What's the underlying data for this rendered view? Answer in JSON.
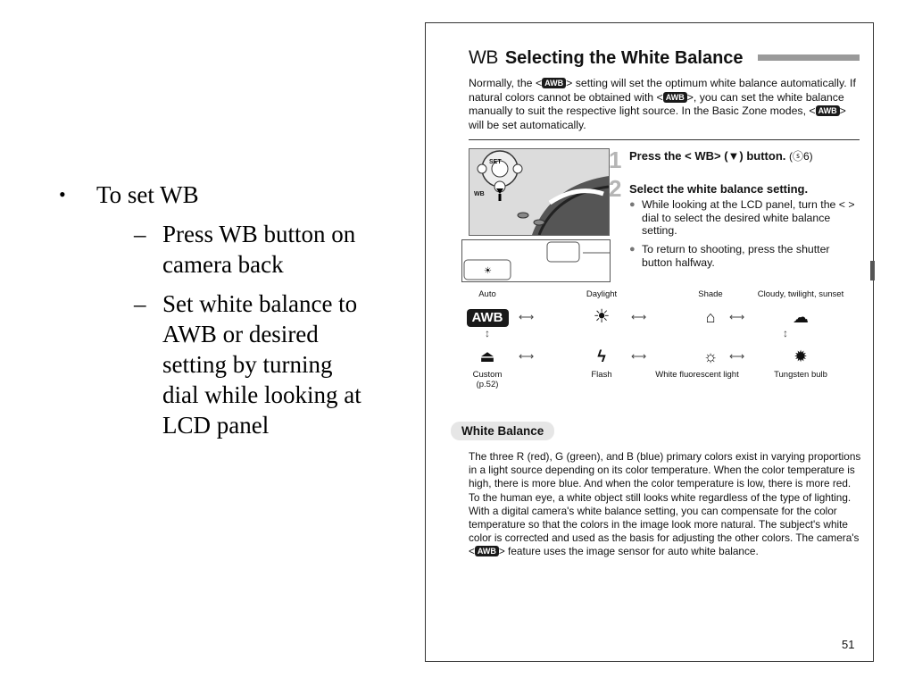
{
  "slide": {
    "bullet_main": "To set WB",
    "sub_bullets": [
      "Press WB button on camera back",
      "Set white balance to AWB or desired setting by turning dial while looking at LCD panel"
    ]
  },
  "manual": {
    "section_glyph": "WB",
    "title": "Selecting the White Balance",
    "intro": {
      "p1": "Normally, the <",
      "awb": "AWB",
      "p2": "> setting will set the optimum white balance automatically. If natural colors cannot be obtained with <",
      "p3": ">, you can set the white balance manually to suit the respective light source. In the Basic Zone modes, <",
      "p4": "> will be set automatically."
    },
    "step1_number": "1",
    "step1_text": "Press the < WB> (▼) button.",
    "step1_page_ref": "(ⓢ6)",
    "step2_number": "2",
    "step2_text": "Select the white balance setting.",
    "step2_bullets": [
      "While looking at the LCD panel, turn the <  > dial to select the desired white balance setting.",
      "To return to shooting, press the shutter button halfway."
    ],
    "illustration_labels": {
      "set": "SET",
      "wb": "WB"
    },
    "wb_modes_top": [
      {
        "label": "Auto",
        "icon": "AWB"
      },
      {
        "label": "Daylight",
        "icon": "☀"
      },
      {
        "label": "Shade",
        "icon": "⌂"
      },
      {
        "label": "Cloudy, twilight, sunset",
        "icon": "☁"
      }
    ],
    "wb_modes_bottom": [
      {
        "label": "Custom\n(p.52)",
        "icon": "⏏"
      },
      {
        "label": "Flash",
        "icon": "ϟ"
      },
      {
        "label": "White fluorescent light",
        "icon": "☼"
      },
      {
        "label": "Tungsten bulb",
        "icon": "✹"
      }
    ],
    "box_heading": "White Balance",
    "box_text": {
      "p1": "The three R (red), G (green), and B (blue) primary colors exist in varying proportions in a light source depending on its color temperature. When the color temperature is high, there is more blue. And when the color temperature is low, there is more red.",
      "p2": "To the human eye, a white object still looks white regardless of the type of lighting. With a digital camera's white balance setting, you can compensate for the color temperature so that the colors in the image look more natural. The subject's white color is corrected and used as the basis for adjusting the other colors. The camera's <",
      "p3": "> feature uses the image sensor for auto white balance."
    },
    "page_number": "51"
  }
}
